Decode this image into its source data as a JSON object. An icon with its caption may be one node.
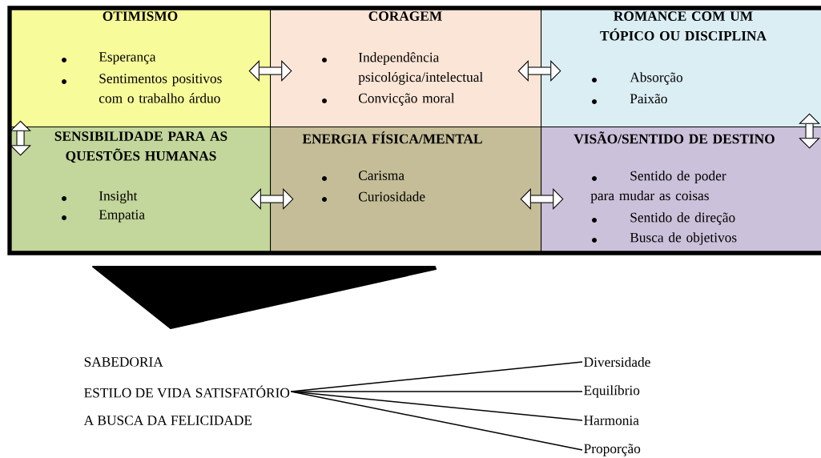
{
  "diagram": {
    "nodes": [
      {
        "text": [
          "OTIMISMO",
          "Esperança",
          "Sentimentos positivos com o trabalho árduo"
        ]
      },
      {
        "text": [
          "CORAGEM",
          "Independência psicológica/intelectual",
          "Convicção moral"
        ]
      },
      {
        "text": [
          "ROMANCE COM UM TÓPICO OU DISCIPLINA",
          "Absorção",
          "Paixão"
        ]
      },
      {
        "text": [
          "SENSIBILIDADE PARA AS QUESTÕES HUMANAS",
          "Insight",
          "Empatia"
        ]
      },
      {
        "text": [
          "ENERGIA FÍSICA/MENTAL",
          "Carisma",
          "Curiosidade"
        ]
      },
      {
        "text": [
          "VISÃO/SENTIDO DE DESTINO",
          "Sentido de poder para mudar as coisas",
          "Sentido de direção",
          "Busca de objetivos"
        ]
      },
      {
        "text": [
          "ESTILO DE VIDA SATISFATÓRIO"
        ]
      },
      {
        "text": [
          "Diversidade"
        ]
      },
      {
        "text": [
          "Equilíbrio"
        ]
      },
      {
        "text": [
          "Harmonia"
        ]
      },
      {
        "text": [
          "Proporção"
        ]
      }
    ],
    "edges": [
      {
        "from": 0,
        "to": 1,
        "arrow": "both"
      },
      {
        "from": 1,
        "to": 2,
        "arrow": "both"
      },
      {
        "from": 0,
        "to": 3,
        "arrow": "both"
      },
      {
        "from": 3,
        "to": 4,
        "arrow": "both"
      },
      {
        "from": 4,
        "to": 5,
        "arrow": "both"
      },
      {
        "from": 2,
        "to": 5,
        "arrow": "both"
      },
      {
        "from": 6,
        "to": 7,
        "arrow": "none"
      },
      {
        "from": 6,
        "to": 8,
        "arrow": "none"
      },
      {
        "from": 6,
        "to": 9,
        "arrow": "none"
      },
      {
        "from": 6,
        "to": 10,
        "arrow": "none"
      }
    ],
    "labels": [
      "SABEDORIA",
      "A BUSCA DA FELICIDADE"
    ]
  }
}
